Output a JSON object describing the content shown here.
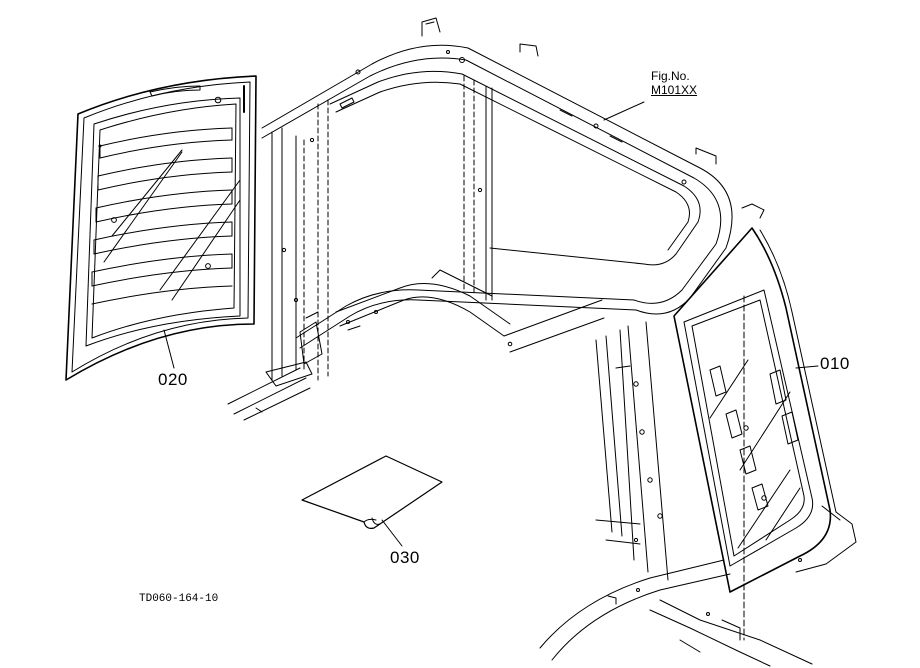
{
  "figure": {
    "fig_label": "Fig.No.",
    "fig_number": "M101XX",
    "drawing_code": "TD060-164-10"
  },
  "callouts": [
    {
      "id": "010"
    },
    {
      "id": "020"
    },
    {
      "id": "030"
    }
  ],
  "colors": {
    "line": "#000000",
    "background": "#ffffff"
  }
}
